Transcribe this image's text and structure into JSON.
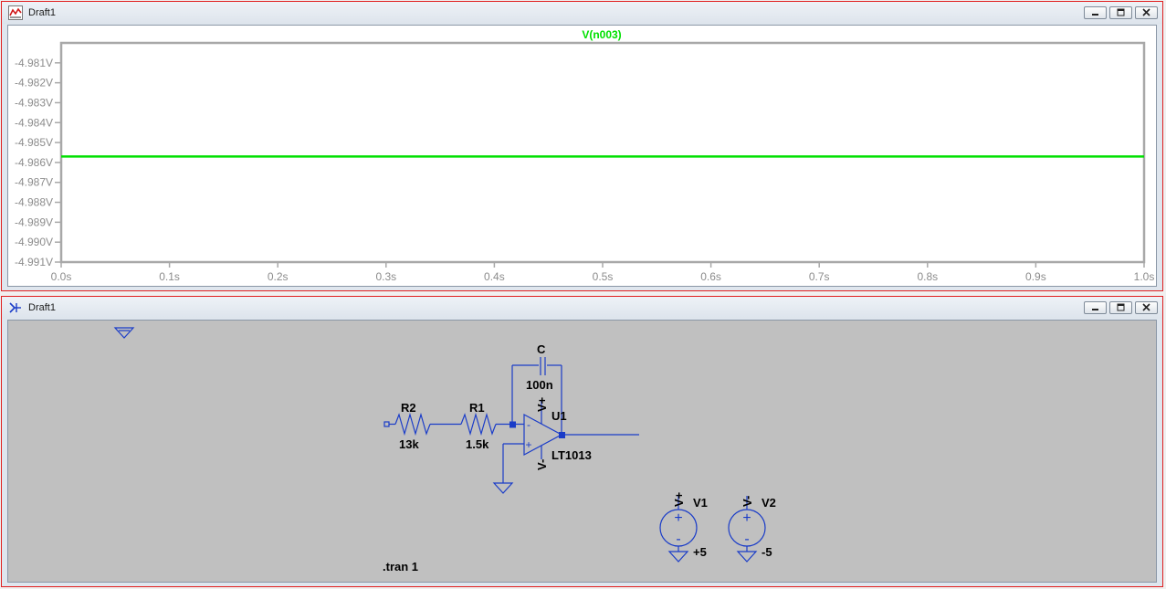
{
  "plot_window": {
    "title": "Draft1",
    "trace_name": "V(n003)",
    "icon": "waveform-icon"
  },
  "schematic_window": {
    "title": "Draft1",
    "icon": "schematic-icon",
    "components": {
      "r2": {
        "name": "R2",
        "value": "13k"
      },
      "r1": {
        "name": "R1",
        "value": "1.5k"
      },
      "c": {
        "name": "C",
        "value": "100n"
      },
      "u1": {
        "name": "U1",
        "model": "LT1013"
      },
      "v1": {
        "name": "V1",
        "value": "+5"
      },
      "v2": {
        "name": "V2",
        "value": "-5"
      }
    },
    "pins": {
      "vplus": "V+",
      "vminus": "V-",
      "plus": "+",
      "minus": "-"
    },
    "directive": ".tran 1"
  },
  "chart_data": {
    "type": "line",
    "title": "V(n003)",
    "xlabel": "",
    "ylabel": "",
    "x_ticks": [
      "0.0s",
      "0.1s",
      "0.2s",
      "0.3s",
      "0.4s",
      "0.5s",
      "0.6s",
      "0.7s",
      "0.8s",
      "0.9s",
      "1.0s"
    ],
    "y_ticks": [
      "-4.981V",
      "-4.982V",
      "-4.983V",
      "-4.984V",
      "-4.985V",
      "-4.986V",
      "-4.987V",
      "-4.988V",
      "-4.989V",
      "-4.990V",
      "-4.991V"
    ],
    "xlim": [
      0,
      1.0
    ],
    "ylim": [
      -4.991,
      -4.98
    ],
    "series": [
      {
        "name": "V(n003)",
        "x": [
          0.0,
          1.0
        ],
        "y": [
          -4.9857,
          -4.9857
        ],
        "color": "#00e000"
      }
    ],
    "grid": false
  },
  "colors": {
    "trace": "#00e000",
    "wire": "#1a3cc8",
    "window_border": "#e02020",
    "schematic_bg": "#c0c0c0"
  }
}
